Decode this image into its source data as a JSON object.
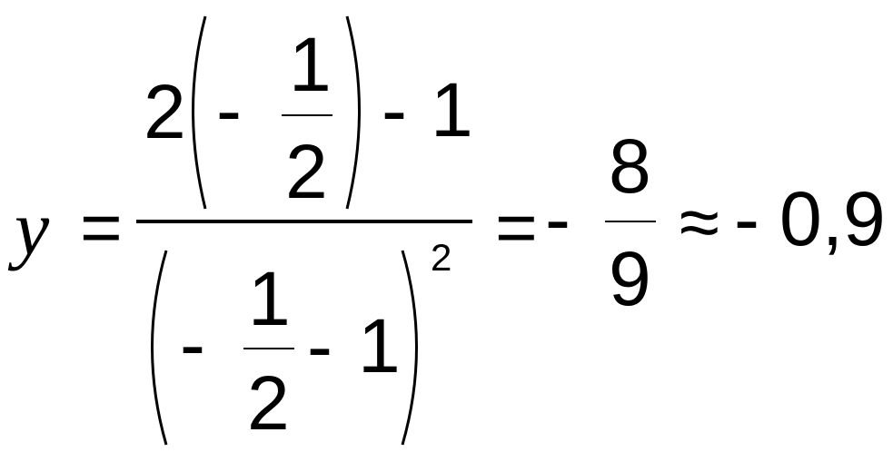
{
  "formula": {
    "lhs_variable": "y",
    "equals_1": "=",
    "numerator": {
      "coefficient": "2",
      "inner_minus": "-",
      "inner_frac_num": "1",
      "inner_frac_den": "2",
      "minus": "-",
      "constant": "1"
    },
    "denominator": {
      "inner_minus": "-",
      "inner_frac_num": "1",
      "inner_frac_den": "2",
      "minus": "-",
      "constant": "1",
      "exponent": "2"
    },
    "equals_2": "=",
    "result_minus": "-",
    "result_num": "8",
    "result_den": "9",
    "approx": "≈",
    "approx_minus": "-",
    "approx_value": "0,9"
  }
}
